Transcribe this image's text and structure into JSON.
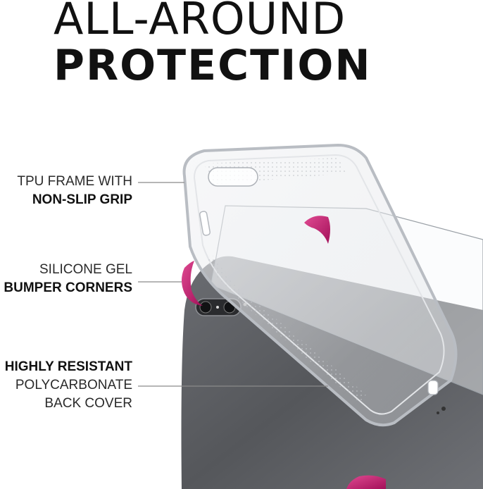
{
  "headline": {
    "line1": "ALL-AROUND",
    "line2": "PROTECTION"
  },
  "callouts": {
    "tpu": {
      "light": "TPU FRAME WITH",
      "bold": "NON-SLIP GRIP"
    },
    "gel": {
      "light": "SILICONE GEL",
      "bold": "BUMPER CORNERS"
    },
    "pc": {
      "bold": "HIGHLY RESISTANT",
      "light1": "POLYCARBONATE",
      "light2": "BACK COVER"
    }
  },
  "colors": {
    "text": "#111111",
    "bumper_pink": "#c2186b",
    "phone_gray": "#5d5f63",
    "frame_clear": "#d7dadf",
    "leader_line": "#8a8a8a"
  },
  "icons": {
    "phone": "phone-back-illustration",
    "case": "clear-case-illustration",
    "bumper": "pink-bumper-corner-icon"
  }
}
